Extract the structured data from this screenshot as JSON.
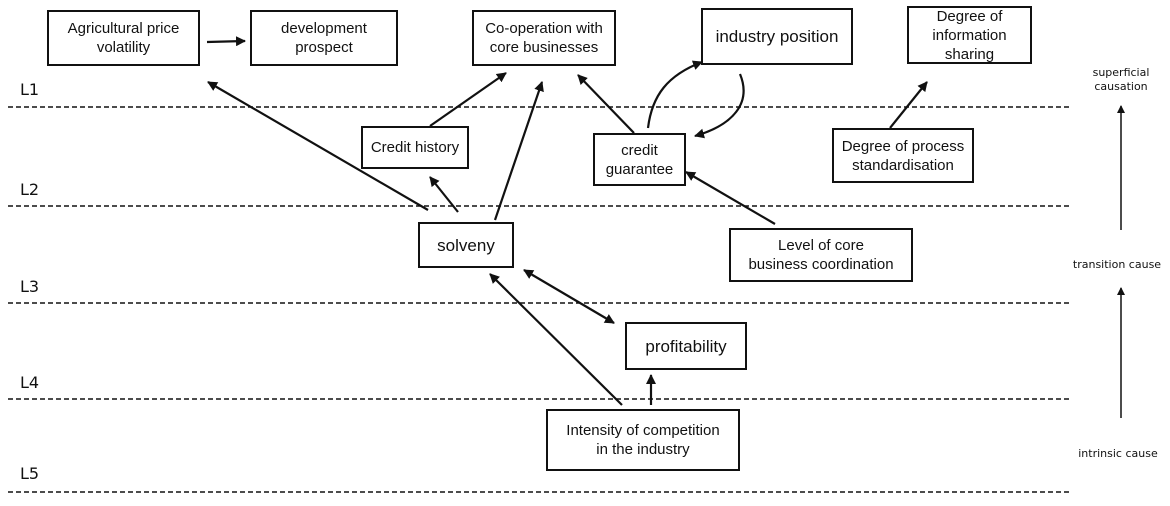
{
  "levels": [
    "L1",
    "L2",
    "L3",
    "L4",
    "L5"
  ],
  "side_labels": {
    "superficial": "superficial\ncausation",
    "transition": "transition cause",
    "intrinsic": "intrinsic cause"
  },
  "nodes": {
    "agri_price": "Agricultural price\nvolatility",
    "dev_prospect": "development\nprospect",
    "core_coop": "Co-operation with\ncore businesses",
    "industry_pos": "industry position",
    "info_sharing": "Degree of\ninformation sharing",
    "credit_history": "Credit history",
    "credit_guarantee": "credit\nguarantee",
    "process_std": "Degree of process\nstandardisation",
    "solvency": "solveny",
    "core_coord": "Level of core\nbusiness coordination",
    "profitability": "profitability",
    "competition": "Intensity of competition\nin the industry"
  }
}
